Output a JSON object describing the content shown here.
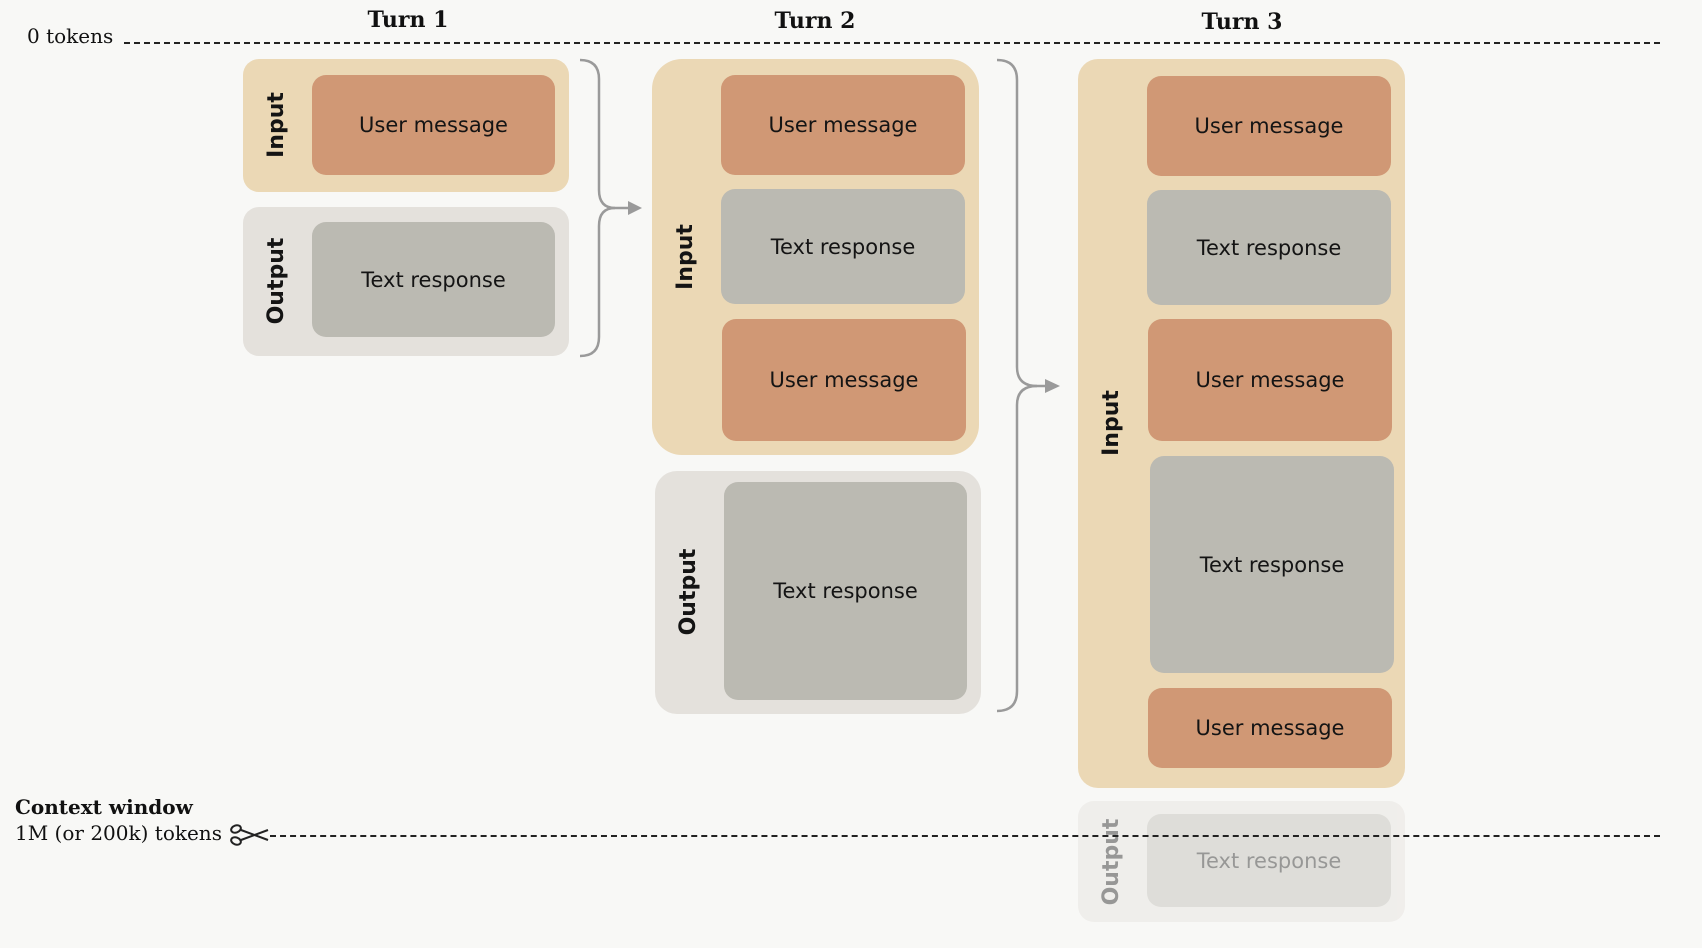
{
  "top_line": {
    "label": "0 tokens"
  },
  "turns": [
    {
      "title": "Turn 1"
    },
    {
      "title": "Turn 2"
    },
    {
      "title": "Turn 3"
    }
  ],
  "labels": {
    "input": "Input",
    "output": "Output",
    "user_message": "User message",
    "text_response": "Text response"
  },
  "context_window": {
    "title": "Context window",
    "subtitle": "1M (or 200k) tokens"
  },
  "colors": {
    "background": "#f8f8f6",
    "input_group": "#ebd8b5",
    "output_group": "#e4e1dc",
    "user_message_box": "#d09875",
    "text_response_box": "#bbbab2",
    "arrow": "#9a9a9a"
  }
}
